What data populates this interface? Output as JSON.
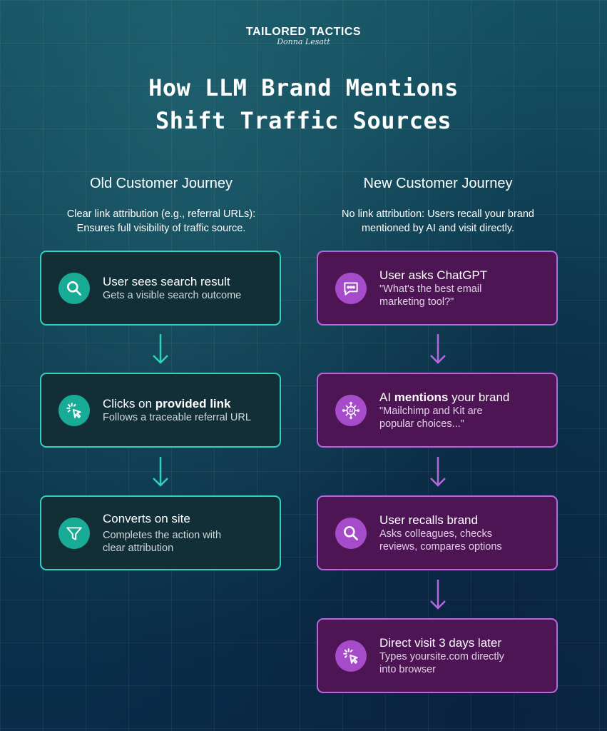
{
  "logo": {
    "main": "TAILORED TACTICS",
    "sign": "Donna Lesatt"
  },
  "title": {
    "line1": "How LLM Brand Mentions",
    "line2": "Shift Traffic Sources"
  },
  "old_journey": {
    "heading": "Old Customer Journey",
    "desc_line1": "Clear link attribution (e.g., referral URLs):",
    "desc_line2": "Ensures full visibility of traffic source.",
    "steps": [
      {
        "icon": "search-icon",
        "title": "User sees search result",
        "detail": "Gets a visible search outcome"
      },
      {
        "icon": "click-cursor-icon",
        "title_pre": "Clicks on ",
        "title_bold": "provided link",
        "detail": "Follows a traceable referral URL"
      },
      {
        "icon": "funnel-icon",
        "title": "Converts on site",
        "detail_line1": "Completes the action with",
        "detail_line2": "clear attribution"
      }
    ]
  },
  "new_journey": {
    "heading": "New Customer Journey",
    "desc_line1": "No link attribution: Users recall your brand",
    "desc_line2": "mentioned by AI and visit directly.",
    "steps": [
      {
        "icon": "chat-bubble-icon",
        "title": "User asks ChatGPT",
        "detail_line1": "\"What's the best email",
        "detail_line2": "marketing tool?\""
      },
      {
        "icon": "ai-network-icon",
        "icon_text": "AI",
        "title_pre": "AI ",
        "title_bold": "mentions",
        "title_post": " your brand",
        "detail_line1": "\"Mailchimp and Kit are",
        "detail_line2": "popular choices...\""
      },
      {
        "icon": "search-icon",
        "title": "User recalls brand",
        "detail_line1": "Asks colleagues, checks",
        "detail_line2": "reviews, compares options"
      },
      {
        "icon": "click-cursor-icon",
        "title": "Direct visit 3 days later",
        "detail_line1": "Types yoursite.com directly",
        "detail_line2": "into browser"
      }
    ]
  },
  "colors": {
    "teal_border": "#2fd3bd",
    "teal_icon": "#18ac96",
    "purple_border": "#b567e0",
    "purple_icon": "#a64ccb",
    "purple_fill": "#4e1554",
    "teal_fill": "#122f38"
  }
}
